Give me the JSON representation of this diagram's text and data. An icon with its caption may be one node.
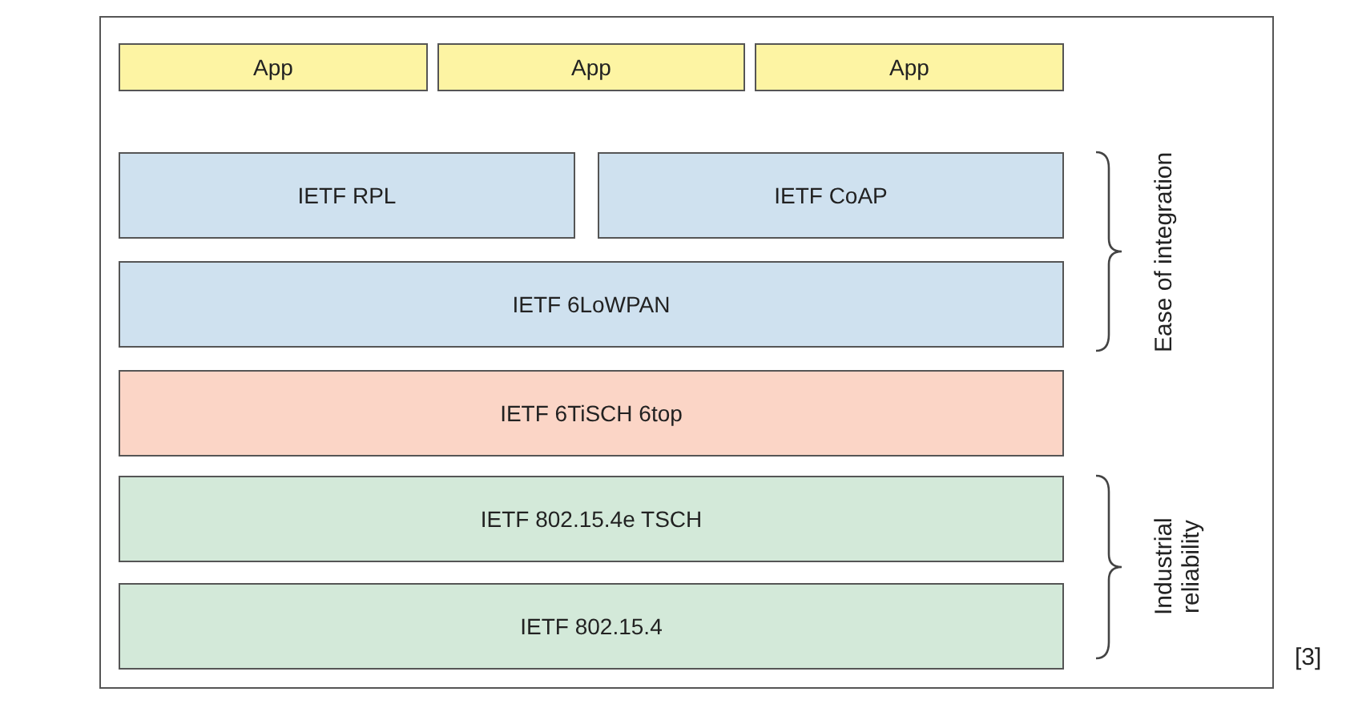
{
  "diagram": {
    "nodes": [
      {
        "text": [],
        "shape": "box"
      },
      {
        "text": [
          "App"
        ],
        "in": 0
      },
      {
        "text": [
          "App"
        ],
        "in": 0
      },
      {
        "text": [
          "App"
        ],
        "in": 0
      },
      {
        "text": [
          "IETF RPL"
        ],
        "in": 0
      },
      {
        "text": [
          "IETF CoAP"
        ],
        "in": 0
      },
      {
        "text": [
          "IETF 6LoWPAN"
        ],
        "in": 0
      },
      {
        "text": [
          "IETF 6TiSCH 6top"
        ],
        "in": 0
      },
      {
        "text": [
          "IETF 802.15.4e TSCH"
        ],
        "in": 0
      },
      {
        "text": [
          "IETF 802.15.4"
        ],
        "in": 0
      }
    ],
    "labels": [
      "Ease of integration",
      "Industrial reliability",
      "[3]"
    ]
  }
}
